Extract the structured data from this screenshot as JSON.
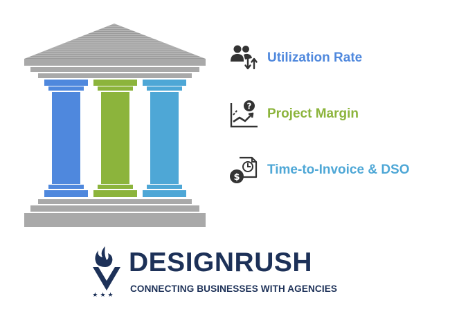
{
  "metrics": [
    {
      "label": "Utilization Rate",
      "icon": "people-arrows-icon",
      "color": "#4f88dd"
    },
    {
      "label": "Project Margin",
      "icon": "chart-question-icon",
      "color": "#8cb43c"
    },
    {
      "label": "Time-to-Invoice & DSO",
      "icon": "invoice-clock-icon",
      "color": "#4ea7d6"
    }
  ],
  "pillars": [
    {
      "color": "#4f88dd"
    },
    {
      "color": "#8cb43c"
    },
    {
      "color": "#4ea7d6"
    }
  ],
  "colors": {
    "stone": "#a9a9a9",
    "stone_dark": "#8e8e8e",
    "icon": "#333333",
    "brand": "#1d3158"
  },
  "logo": {
    "name": "DESIGNRUSH",
    "tagline": "CONNECTING BUSINESSES WITH AGENCIES"
  }
}
